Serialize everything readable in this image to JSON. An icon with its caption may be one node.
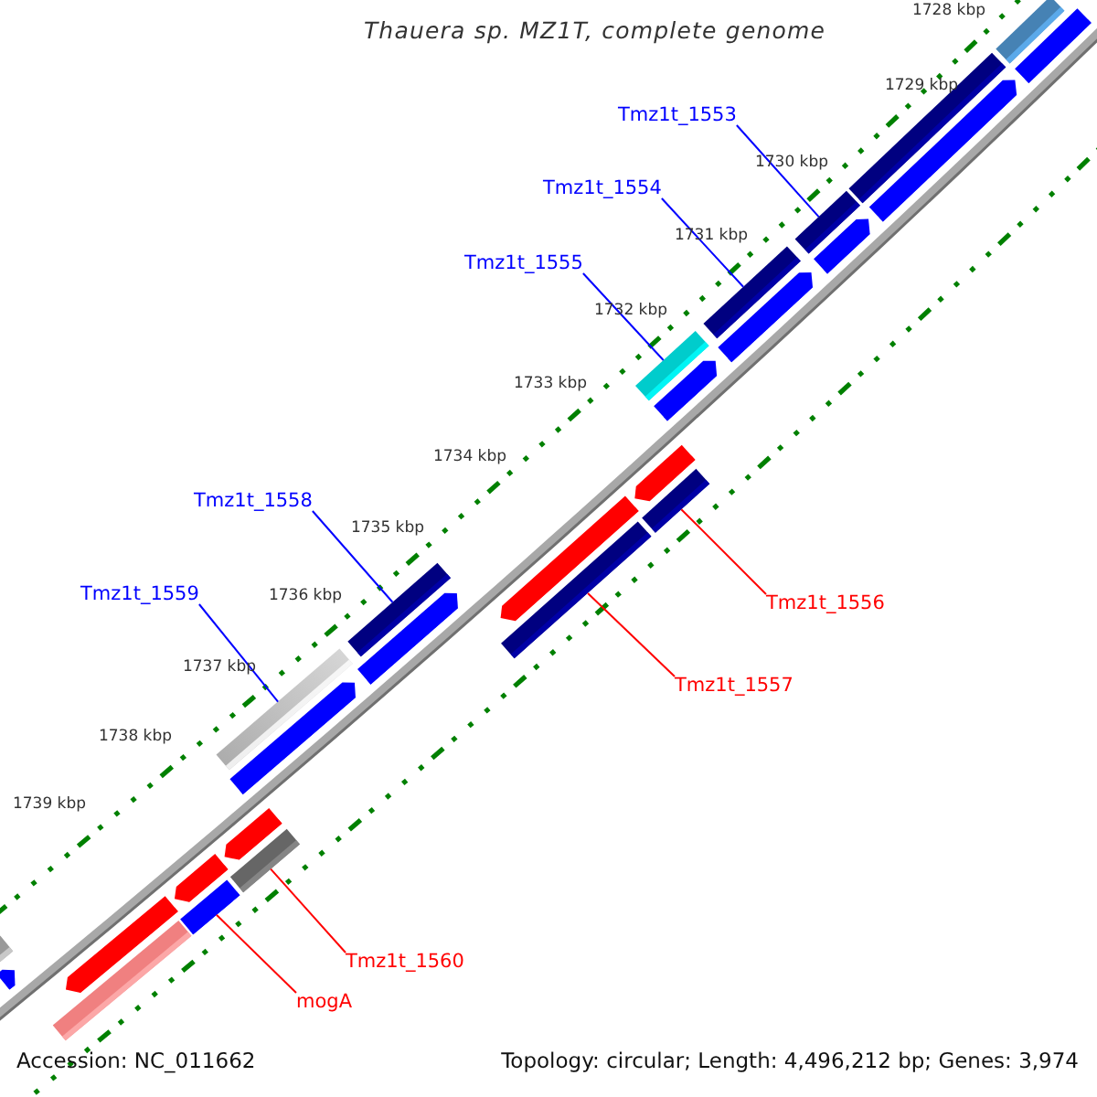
{
  "diagram": {
    "title": "Thauera sp. MZ1T, complete genome",
    "nodes": [
      {
        "text": [
          "Tmz1t_1553"
        ]
      },
      {
        "text": [],
        "shape": "bar"
      },
      {
        "text": [
          "Tmz1t_1554"
        ]
      },
      {
        "text": [],
        "shape": "bar"
      },
      {
        "text": [
          "Tmz1t_1555"
        ]
      },
      {
        "text": [],
        "shape": "bar"
      },
      {
        "text": [
          "Tmz1t_1558"
        ]
      },
      {
        "text": [],
        "shape": "bar"
      },
      {
        "text": [
          "Tmz1t_1559"
        ]
      },
      {
        "text": [],
        "shape": "bar"
      },
      {
        "text": [
          "Tmz1t_1556"
        ]
      },
      {
        "text": [],
        "shape": "bar"
      },
      {
        "text": [
          "Tmz1t_1557"
        ]
      },
      {
        "text": [],
        "shape": "bar"
      },
      {
        "text": [
          "Tmz1t_1560"
        ]
      },
      {
        "text": [],
        "shape": "bar"
      },
      {
        "text": [
          "mogA"
        ]
      },
      {
        "text": [],
        "shape": "bar"
      },
      {
        "text": [],
        "shape": "bar"
      },
      {
        "text": [],
        "shape": "bar"
      },
      {
        "text": [],
        "shape": "bar"
      },
      {
        "text": [],
        "shape": "bar"
      },
      {
        "text": [],
        "shape": "bar"
      },
      {
        "text": [],
        "shape": "bar"
      },
      {
        "text": [],
        "shape": "bar"
      },
      {
        "text": [],
        "shape": "bar"
      },
      {
        "text": [],
        "shape": "bar"
      },
      {
        "text": [],
        "shape": "bar"
      },
      {
        "text": [],
        "shape": "bar"
      },
      {
        "text": [],
        "shape": "bar"
      },
      {
        "text": [],
        "shape": "bar"
      },
      {
        "text": [],
        "shape": "bar"
      },
      {
        "text": [],
        "shape": "bar"
      },
      {
        "text": [],
        "shape": "bar"
      },
      {
        "text": [],
        "shape": "bar"
      }
    ],
    "edges": [
      {
        "from": 0,
        "to": 1,
        "arrow": "none"
      },
      {
        "from": 2,
        "to": 3,
        "arrow": "none"
      },
      {
        "from": 4,
        "to": 5,
        "arrow": "none"
      },
      {
        "from": 6,
        "to": 7,
        "arrow": "none"
      },
      {
        "from": 8,
        "to": 9,
        "arrow": "none"
      },
      {
        "from": 10,
        "to": 11,
        "arrow": "none",
        "color": "#ff0000"
      },
      {
        "from": 12,
        "to": 13,
        "arrow": "none",
        "color": "#ff0000"
      },
      {
        "from": 14,
        "to": 15,
        "arrow": "none",
        "color": "#ff0000"
      },
      {
        "from": 16,
        "to": 17,
        "arrow": "none",
        "color": "#ff0000"
      }
    ],
    "labels": [
      "1728 kbp",
      "1729 kbp",
      "1730 kbp",
      "1731 kbp",
      "1732 kbp",
      "1733 kbp",
      "1734 kbp",
      "1735 kbp",
      "1736 kbp",
      "1737 kbp",
      "1738 kbp",
      "1739 kbp",
      "Accession: NC_011662",
      "Topology: circular; Length: 4,496,212 bp; Genes: 3,974"
    ]
  }
}
